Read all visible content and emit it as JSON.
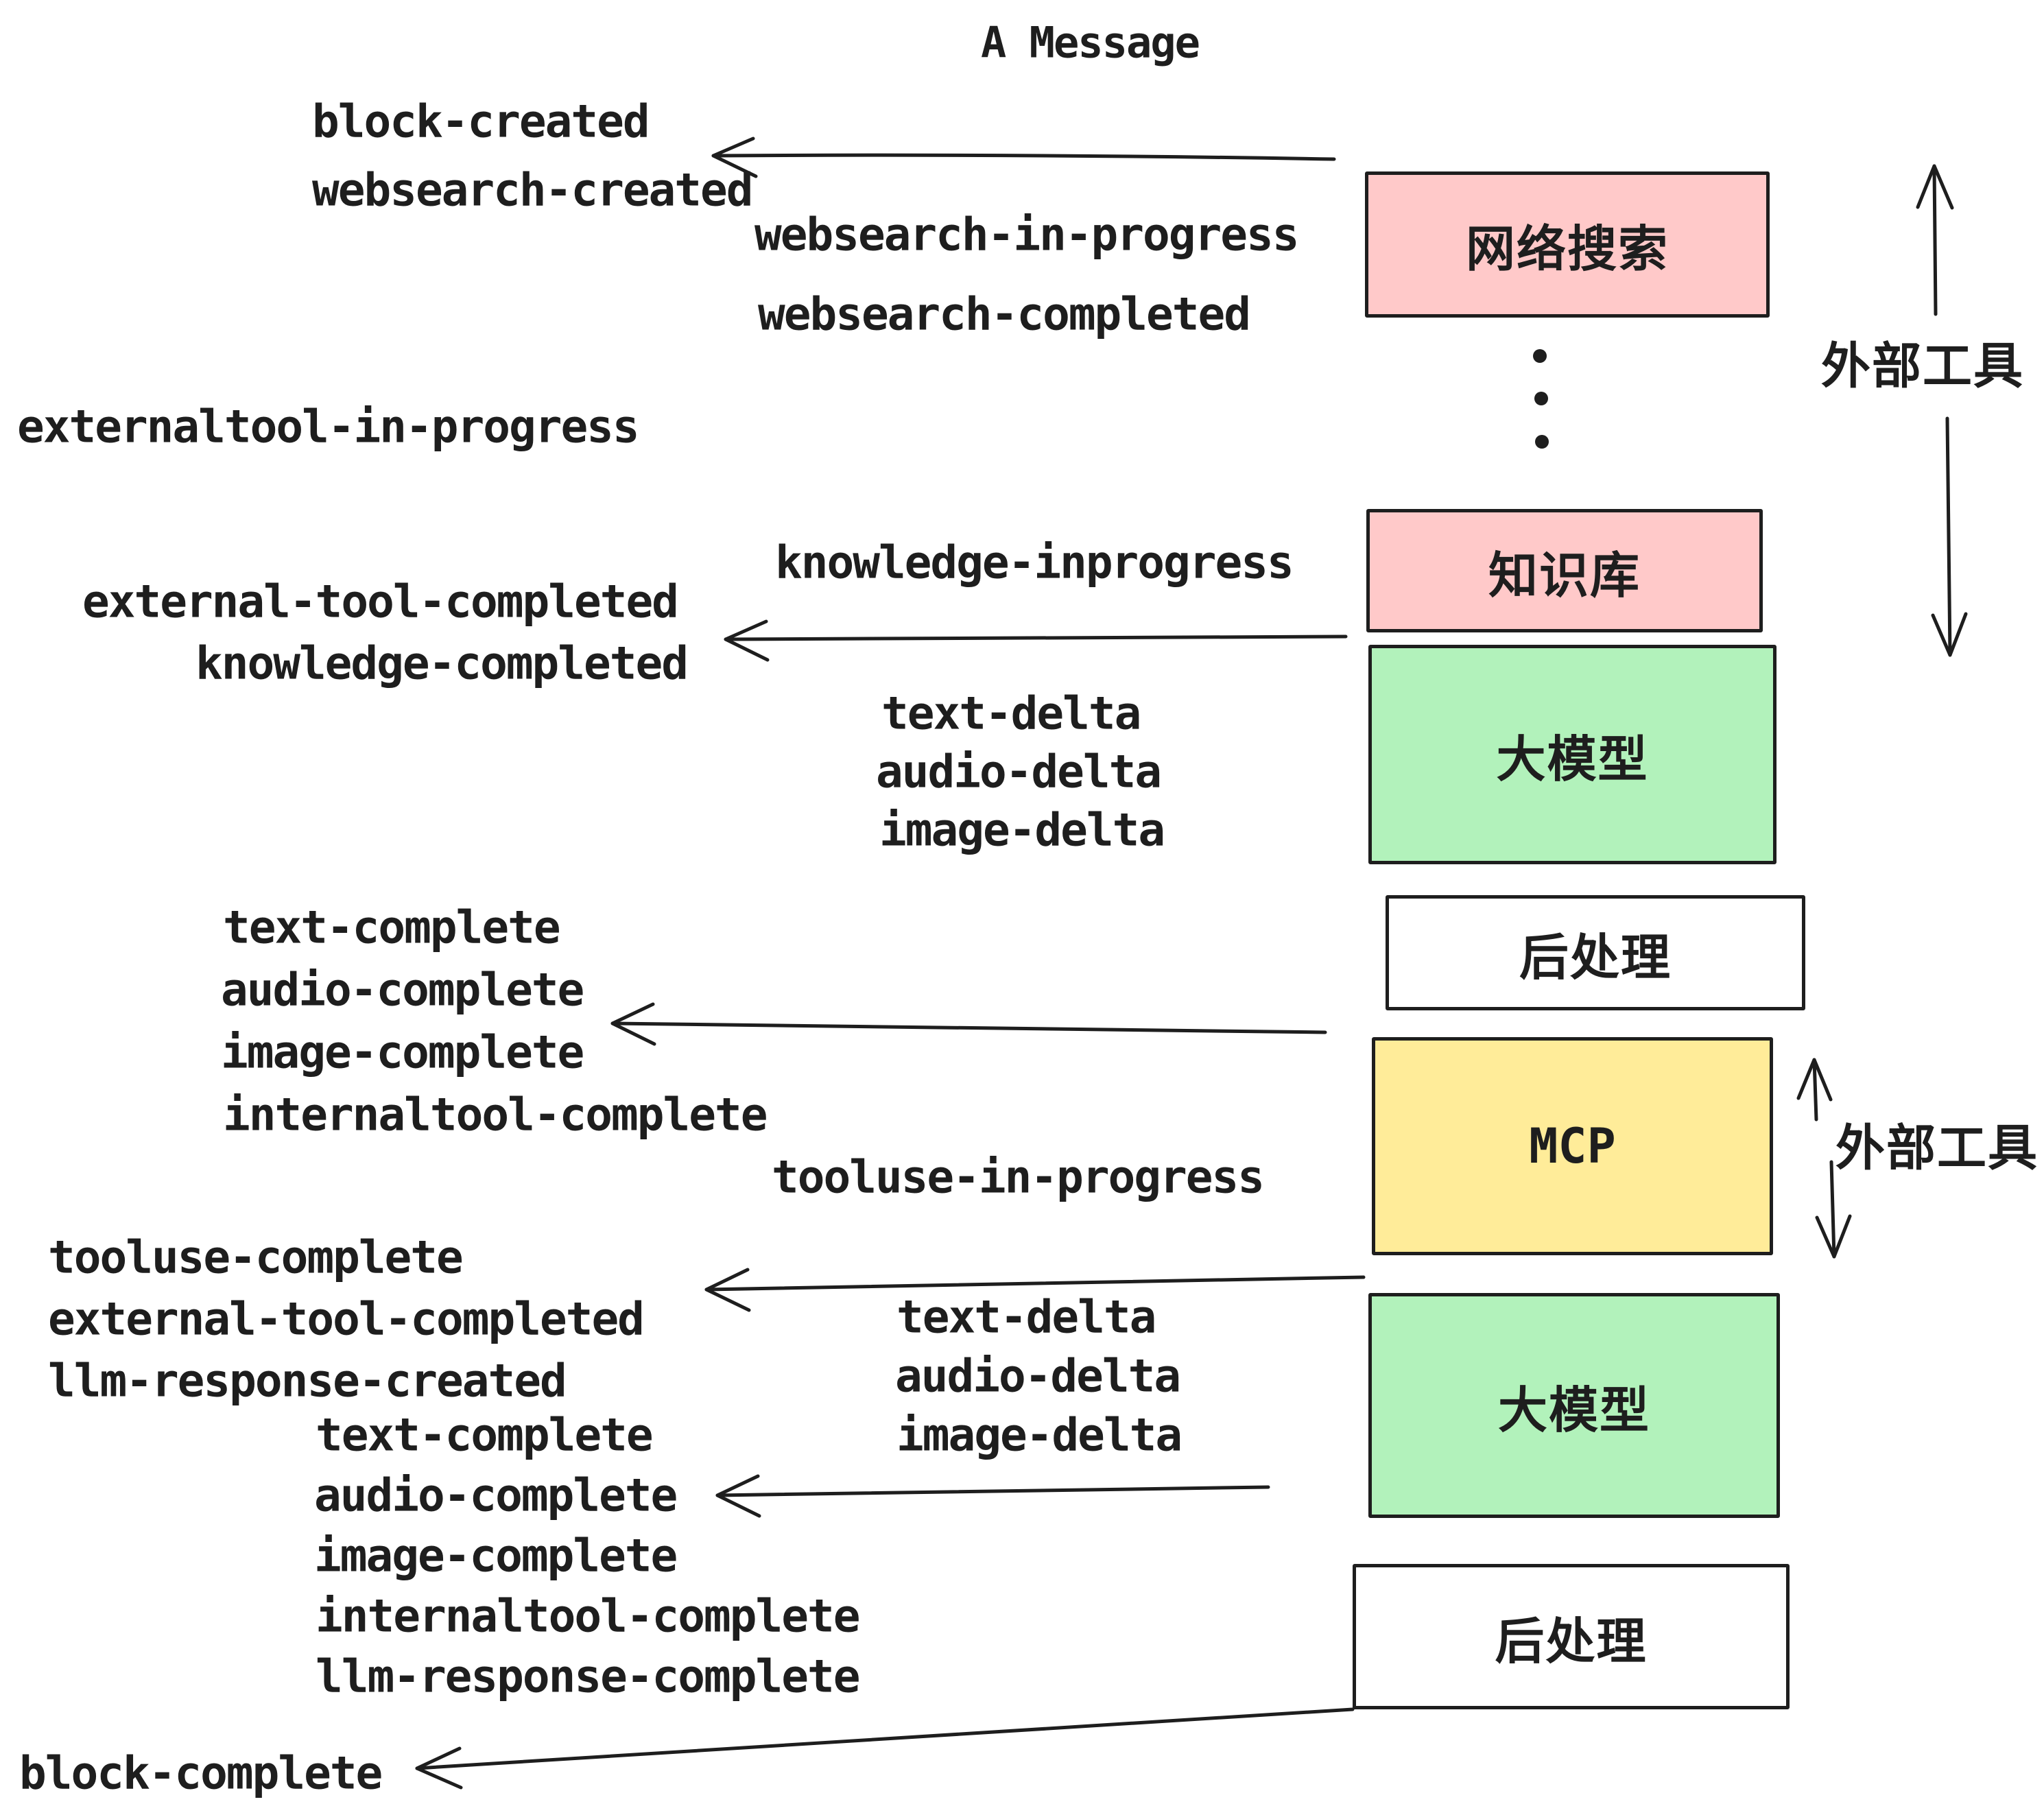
{
  "title": "A Message",
  "colors": {
    "pink": "#ffc9c9",
    "green": "#b2f2bb",
    "yellow": "#ffec99",
    "stroke": "#1e1e1e",
    "background": "#ffffff"
  },
  "boxes": {
    "websearch": {
      "label": "网络搜索"
    },
    "knowledge": {
      "label": "知识库"
    },
    "llm1": {
      "label": "大模型"
    },
    "post1": {
      "label": "后处理"
    },
    "mcp": {
      "label": "MCP"
    },
    "llm2": {
      "label": "大模型"
    },
    "post2": {
      "label": "后处理"
    }
  },
  "side_labels": {
    "external_tools_top": "外部工具",
    "external_tools_mcp": "外部工具"
  },
  "events": {
    "block_created": "block-created",
    "websearch_created": "websearch-created",
    "websearch_in_progress": "websearch-in-progress",
    "websearch_completed": "websearch-completed",
    "externaltool_in_progress": "externaltool-in-progress",
    "knowledge_inprogress": "knowledge-inprogress",
    "external_tool_completed_1": "external-tool-completed",
    "knowledge_completed": "knowledge-completed",
    "text_delta_1": "text-delta",
    "audio_delta_1": "audio-delta",
    "image_delta_1": "image-delta",
    "text_complete_1": "text-complete",
    "audio_complete_1": "audio-complete",
    "image_complete_1": "image-complete",
    "internaltool_complete_1": "internaltool-complete",
    "tooluse_in_progress": "tooluse-in-progress",
    "tooluse_complete": "tooluse-complete",
    "external_tool_completed_2": "external-tool-completed",
    "llm_response_created": "llm-response-created",
    "text_complete_2": "text-complete",
    "audio_complete_2": "audio-complete",
    "image_complete_2": "image-complete",
    "internaltool_complete_2": "internaltool-complete",
    "llm_response_complete": "llm-response-complete",
    "block_complete": "block-complete"
  }
}
